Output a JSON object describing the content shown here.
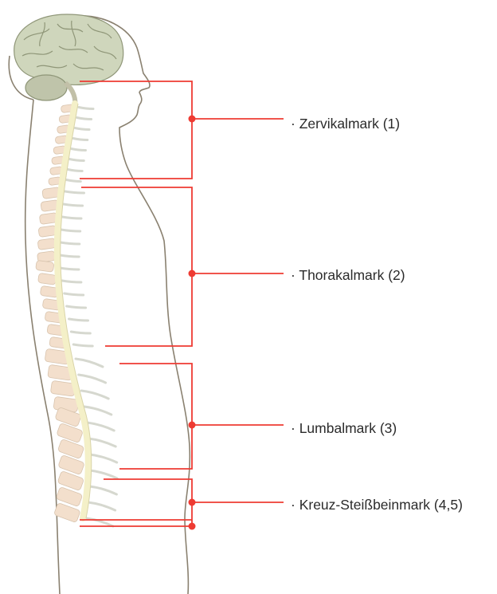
{
  "labels": {
    "cervical": "· Zervikalmark (1)",
    "thoracic": "· Thorakalmark (2)",
    "lumbar": "· Lumbalmark (3)",
    "sacral": "· Kreuz-Steißbeinmark (4,5)"
  },
  "colors": {
    "bracket": "#ee3b33",
    "body_outline": "#8a8170",
    "brain_fill": "#cfd6bc",
    "vertebra_fill": "#f3dfcc",
    "cord_fill": "#f4f0c8",
    "nerve": "#d6d8cf"
  }
}
